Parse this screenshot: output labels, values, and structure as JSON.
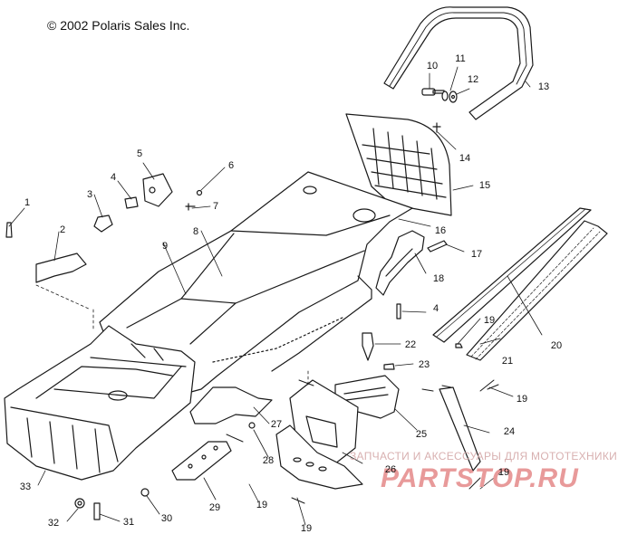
{
  "copyright": "© 2002 Polaris Sales Inc.",
  "watermark": {
    "text": "ЗАПЧАСТИ И АКСЕССУАРЫ ДЛЯ МОТОТЕХНИКИ",
    "logo": "PARTSTOP.RU",
    "color": "#e89a9a"
  },
  "line_color": "#1a1a1a",
  "callouts": [
    "1",
    "2",
    "3",
    "4",
    "5",
    "6",
    "7",
    "8",
    "9",
    "10",
    "11",
    "12",
    "13",
    "14",
    "15",
    "16",
    "17",
    "18",
    "4",
    "19",
    "20",
    "21",
    "22",
    "23",
    "19",
    "24",
    "25",
    "26",
    "19",
    "27",
    "28",
    "29",
    "19",
    "30",
    "31",
    "32",
    "33",
    "19"
  ]
}
